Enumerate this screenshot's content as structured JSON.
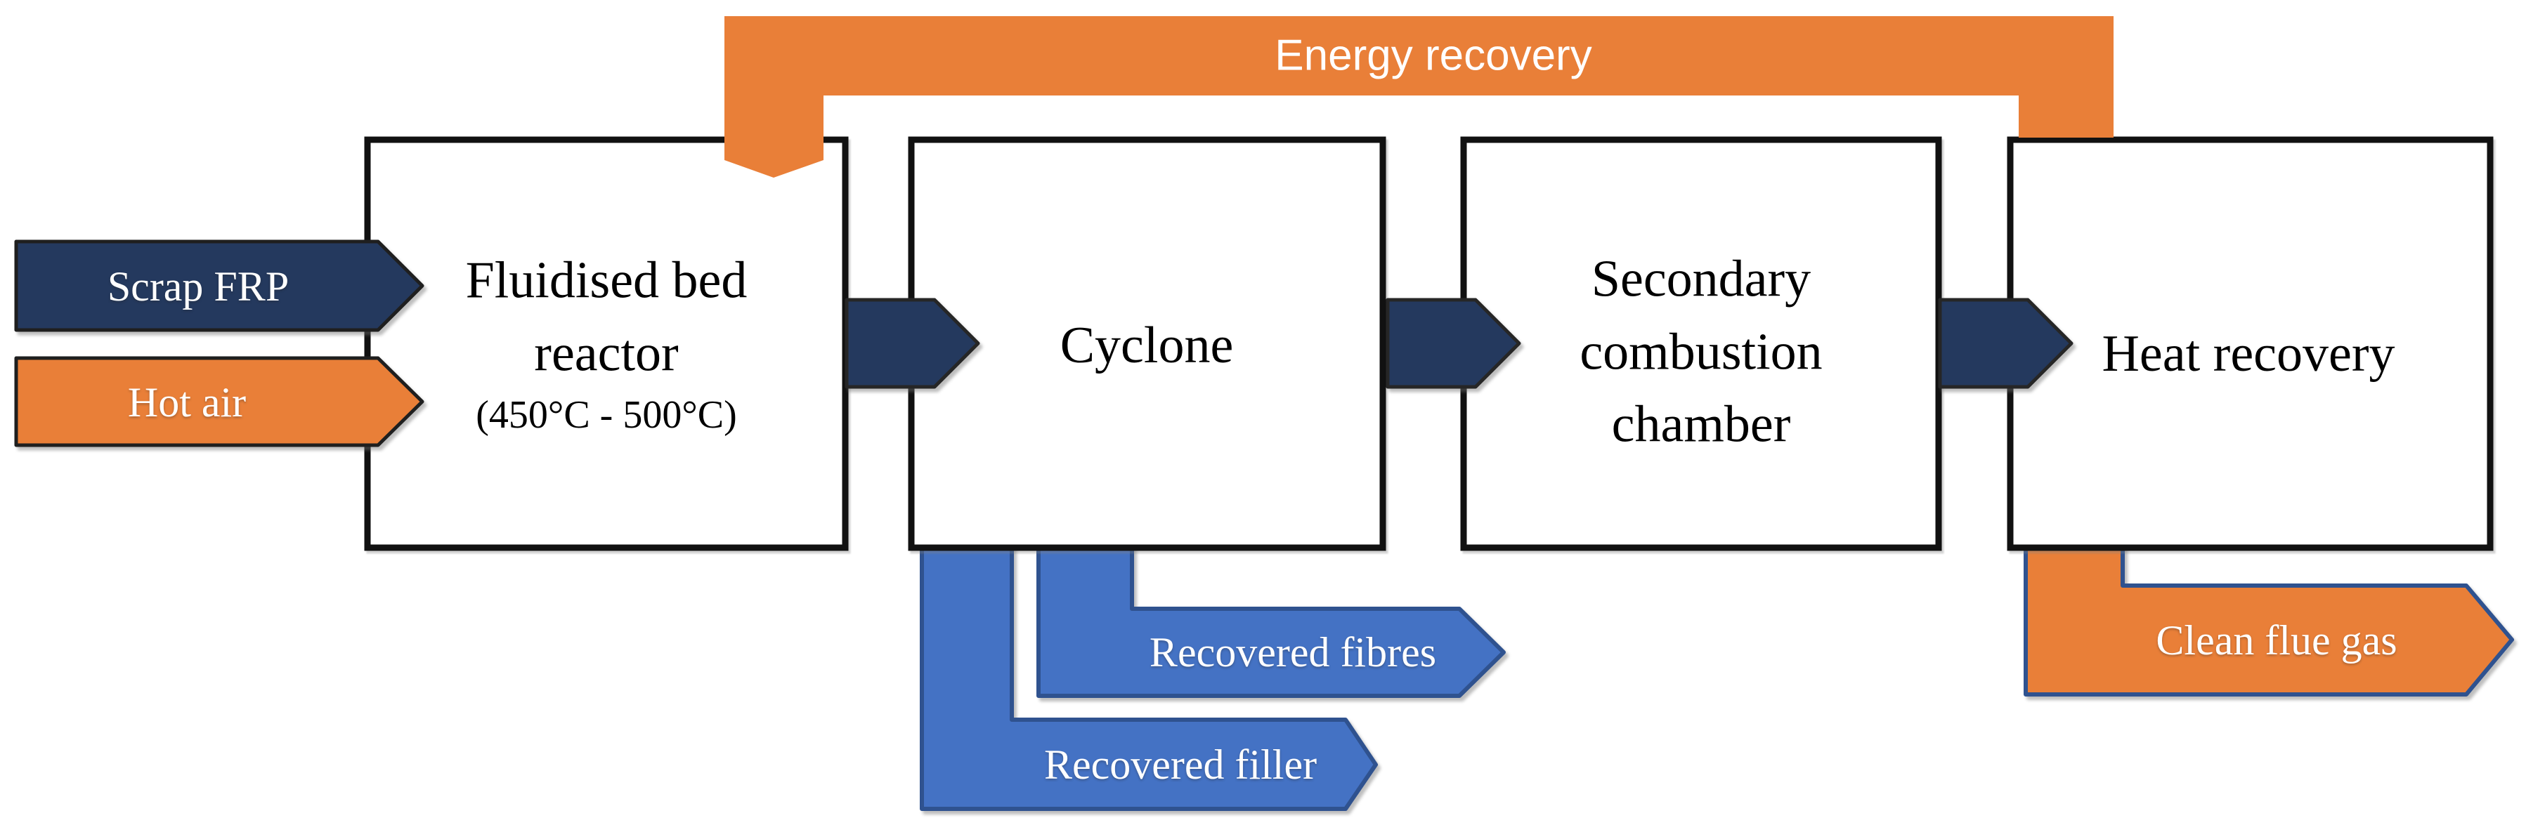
{
  "colors": {
    "orange": "#E97F38",
    "navy": "#24395E",
    "blue": "#4472C4",
    "blue_outline": "#2F528F",
    "dark_outline": "#1F1F1F",
    "box_border": "#111111",
    "white": "#FFFFFF"
  },
  "energy_loop": {
    "label": "Energy recovery"
  },
  "inputs": [
    {
      "label": "Scrap FRP"
    },
    {
      "label": "Hot air"
    }
  ],
  "process_boxes": [
    {
      "title": "Fluidised bed reactor",
      "subtitle": "(450°C - 500°C)"
    },
    {
      "title": "Cyclone"
    },
    {
      "title": "Secondary combustion chamber"
    },
    {
      "title": "Heat recovery"
    }
  ],
  "outputs": [
    {
      "label": "Recovered fibres"
    },
    {
      "label": "Recovered filler"
    },
    {
      "label": "Clean flue gas"
    }
  ]
}
